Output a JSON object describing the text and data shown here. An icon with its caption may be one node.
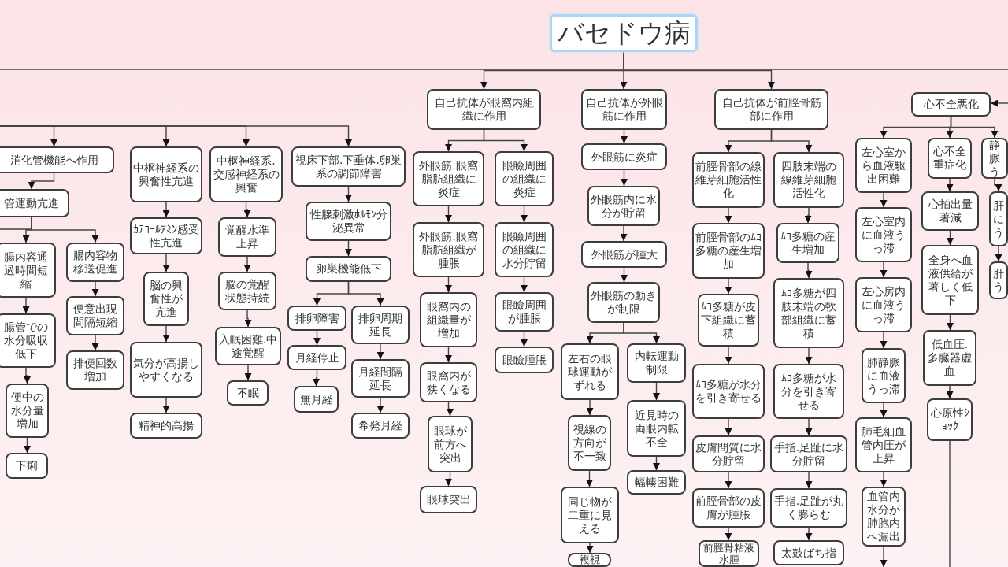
{
  "diagram": {
    "nodes": [
      {
        "text": [
          "バセドウ病"
        ]
      },
      {
        "text": [
          "自己抗体が眼窩内組織に作用"
        ]
      },
      {
        "text": [
          "自己抗体が外眼筋に作用"
        ]
      },
      {
        "text": [
          "自己抗体が前脛骨筋部に作用"
        ]
      },
      {
        "text": [
          "心不全悪化"
        ]
      },
      {
        "text": [
          "消化管機能へ作用"
        ]
      },
      {
        "text": [
          "管運動亢進"
        ]
      },
      {
        "text": [
          "腸内容通過時間短縮"
        ]
      },
      {
        "text": [
          "腸管での水分吸収低下"
        ]
      },
      {
        "text": [
          "便中の水分量増加"
        ]
      },
      {
        "text": [
          "下痢"
        ]
      },
      {
        "text": [
          "腸内容物移送促進"
        ]
      },
      {
        "text": [
          "便意出現間隔短縮"
        ]
      },
      {
        "text": [
          "排便回数増加"
        ]
      },
      {
        "text": [
          "中枢神経系の興奮性亢進"
        ]
      },
      {
        "text": [
          "ｶﾃｺｰﾙｱﾐﾝ感受性亢進"
        ]
      },
      {
        "text": [
          "脳の興奮性が亢進"
        ]
      },
      {
        "text": [
          "気分が高揚しやすくなる"
        ]
      },
      {
        "text": [
          "精神的高揚"
        ]
      },
      {
        "text": [
          "中枢神経系.交感神経系の興奮"
        ]
      },
      {
        "text": [
          "覚醒水準上昇"
        ]
      },
      {
        "text": [
          "脳の覚醒状態持続"
        ]
      },
      {
        "text": [
          "入眠困難.中途覚醒"
        ]
      },
      {
        "text": [
          "不眠"
        ]
      },
      {
        "text": [
          "視床下部.下垂体.卵巣系の調節障害"
        ]
      },
      {
        "text": [
          "性腺刺激ﾎﾙﾓﾝ分泌異常"
        ]
      },
      {
        "text": [
          "卵巣機能低下"
        ]
      },
      {
        "text": [
          "排卵障害"
        ]
      },
      {
        "text": [
          "月経停止"
        ]
      },
      {
        "text": [
          "無月経"
        ]
      },
      {
        "text": [
          "排卵周期延長"
        ]
      },
      {
        "text": [
          "月経間隔延長"
        ]
      },
      {
        "text": [
          "希発月経"
        ]
      },
      {
        "text": [
          "外眼筋.眼窩脂肪組織に炎症"
        ]
      },
      {
        "text": [
          "外眼筋.眼窩脂肪組織が腫脹"
        ]
      },
      {
        "text": [
          "眼窩内の組織量が増加"
        ]
      },
      {
        "text": [
          "眼窩内が狭くなる"
        ]
      },
      {
        "text": [
          "眼球が前方へ突出"
        ]
      },
      {
        "text": [
          "眼球突出"
        ]
      },
      {
        "text": [
          "眼瞼周囲の組織に炎症"
        ]
      },
      {
        "text": [
          "眼瞼周囲の組織に水分貯留"
        ]
      },
      {
        "text": [
          "眼瞼周囲が腫脹"
        ]
      },
      {
        "text": [
          "眼瞼腫脹"
        ]
      },
      {
        "text": [
          "外眼筋に炎症"
        ]
      },
      {
        "text": [
          "外眼筋内に水分が貯留"
        ]
      },
      {
        "text": [
          "外眼筋が腫大"
        ]
      },
      {
        "text": [
          "外眼筋の動きが制限"
        ]
      },
      {
        "text": [
          "左右の眼球運動がずれる"
        ]
      },
      {
        "text": [
          "視線の方向が不一致"
        ]
      },
      {
        "text": [
          "同じ物が二重に見える"
        ]
      },
      {
        "text": [
          "複視"
        ]
      },
      {
        "text": [
          "内転運動制限"
        ]
      },
      {
        "text": [
          "近見時の両眼内転不全"
        ]
      },
      {
        "text": [
          "輻輳困難"
        ]
      },
      {
        "text": [
          "前脛骨部の線維芽細胞活性化"
        ]
      },
      {
        "text": [
          "前脛骨部のﾑｺ多糖の産生増加"
        ]
      },
      {
        "text": [
          "ﾑｺ多糖が皮下組織に蓄積"
        ]
      },
      {
        "text": [
          "ﾑｺ多糖が水分を引き寄せる"
        ]
      },
      {
        "text": [
          "皮膚間質に水分貯留"
        ]
      },
      {
        "text": [
          "前脛骨部の皮膚が腫脹"
        ]
      },
      {
        "text": [
          "前脛骨粘液水腫"
        ]
      },
      {
        "text": [
          "四肢末端の線維芽細胞活性化"
        ]
      },
      {
        "text": [
          "ﾑｺ多糖の産生増加"
        ]
      },
      {
        "text": [
          "ﾑｺ多糖が四肢末端の軟部組織に蓄積"
        ]
      },
      {
        "text": [
          "ﾑｺ多糖が水分を引き寄せる"
        ]
      },
      {
        "text": [
          "手指.足趾に水分貯留"
        ]
      },
      {
        "text": [
          "手指.足趾が丸く膨らむ"
        ]
      },
      {
        "text": [
          "太鼓ばち指"
        ]
      },
      {
        "text": [
          "左心室から血液駆出困難"
        ]
      },
      {
        "text": [
          "左心室内に血液うっ滞"
        ]
      },
      {
        "text": [
          "左心房内に血液うっ滞"
        ]
      },
      {
        "text": [
          "肺静脈に血液うっ滞"
        ]
      },
      {
        "text": [
          "肺毛細血管内圧が上昇"
        ]
      },
      {
        "text": [
          "血管内水分が肺胞内へ漏出"
        ]
      },
      {
        "text": [
          "心不全重症化"
        ]
      },
      {
        "text": [
          "心拍出量著減"
        ]
      },
      {
        "text": [
          "全身へ血液供給が著しく低下"
        ]
      },
      {
        "text": [
          "低血圧.多臓器虚血"
        ]
      },
      {
        "text": [
          "心原性ｼｮｯｸ"
        ]
      },
      {
        "text": [
          "静脈う"
        ]
      },
      {
        "text": [
          "肝にう"
        ]
      },
      {
        "text": [
          "肝う"
        ]
      }
    ],
    "edges": [
      {
        "from": 0,
        "to": 1,
        "arrow": "to"
      },
      {
        "from": 0,
        "to": 2,
        "arrow": "to"
      },
      {
        "from": 0,
        "to": 3,
        "arrow": "to"
      },
      {
        "from": 5,
        "to": 6,
        "arrow": "to"
      },
      {
        "from": 6,
        "to": 7,
        "arrow": "to"
      },
      {
        "from": 6,
        "to": 11,
        "arrow": "to"
      },
      {
        "from": 7,
        "to": 8,
        "arrow": "to"
      },
      {
        "from": 8,
        "to": 9,
        "arrow": "to"
      },
      {
        "from": 9,
        "to": 10,
        "arrow": "to"
      },
      {
        "from": 11,
        "to": 12,
        "arrow": "to"
      },
      {
        "from": 12,
        "to": 13,
        "arrow": "to"
      },
      {
        "from": 14,
        "to": 15,
        "arrow": "to"
      },
      {
        "from": 15,
        "to": 16,
        "arrow": "to"
      },
      {
        "from": 16,
        "to": 17,
        "arrow": "to"
      },
      {
        "from": 17,
        "to": 18,
        "arrow": "to"
      },
      {
        "from": 19,
        "to": 20,
        "arrow": "to"
      },
      {
        "from": 20,
        "to": 21,
        "arrow": "to"
      },
      {
        "from": 21,
        "to": 22,
        "arrow": "to"
      },
      {
        "from": 22,
        "to": 23,
        "arrow": "to"
      },
      {
        "from": 24,
        "to": 25,
        "arrow": "to"
      },
      {
        "from": 25,
        "to": 26,
        "arrow": "to"
      },
      {
        "from": 26,
        "to": 27,
        "arrow": "to"
      },
      {
        "from": 26,
        "to": 30,
        "arrow": "to"
      },
      {
        "from": 27,
        "to": 28,
        "arrow": "to"
      },
      {
        "from": 28,
        "to": 29,
        "arrow": "to"
      },
      {
        "from": 30,
        "to": 31,
        "arrow": "to"
      },
      {
        "from": 31,
        "to": 32,
        "arrow": "to"
      },
      {
        "from": 1,
        "to": 33,
        "arrow": "to"
      },
      {
        "from": 1,
        "to": 39,
        "arrow": "to"
      },
      {
        "from": 33,
        "to": 34,
        "arrow": "to"
      },
      {
        "from": 34,
        "to": 35,
        "arrow": "to"
      },
      {
        "from": 35,
        "to": 36,
        "arrow": "to"
      },
      {
        "from": 36,
        "to": 37,
        "arrow": "to"
      },
      {
        "from": 37,
        "to": 38,
        "arrow": "to"
      },
      {
        "from": 39,
        "to": 40,
        "arrow": "to"
      },
      {
        "from": 40,
        "to": 41,
        "arrow": "to"
      },
      {
        "from": 41,
        "to": 42,
        "arrow": "to"
      },
      {
        "from": 2,
        "to": 43,
        "arrow": "to"
      },
      {
        "from": 43,
        "to": 44,
        "arrow": "to"
      },
      {
        "from": 44,
        "to": 45,
        "arrow": "to"
      },
      {
        "from": 45,
        "to": 46,
        "arrow": "to"
      },
      {
        "from": 46,
        "to": 47,
        "arrow": "to"
      },
      {
        "from": 46,
        "to": 51,
        "arrow": "to"
      },
      {
        "from": 47,
        "to": 48,
        "arrow": "to"
      },
      {
        "from": 48,
        "to": 49,
        "arrow": "to"
      },
      {
        "from": 49,
        "to": 50,
        "arrow": "to"
      },
      {
        "from": 51,
        "to": 52,
        "arrow": "to"
      },
      {
        "from": 52,
        "to": 53,
        "arrow": "to"
      },
      {
        "from": 3,
        "to": 54,
        "arrow": "to"
      },
      {
        "from": 3,
        "to": 61,
        "arrow": "to"
      },
      {
        "from": 54,
        "to": 55,
        "arrow": "to"
      },
      {
        "from": 55,
        "to": 56,
        "arrow": "to"
      },
      {
        "from": 56,
        "to": 57,
        "arrow": "to"
      },
      {
        "from": 57,
        "to": 58,
        "arrow": "to"
      },
      {
        "from": 58,
        "to": 59,
        "arrow": "to"
      },
      {
        "from": 59,
        "to": 60,
        "arrow": "to"
      },
      {
        "from": 61,
        "to": 62,
        "arrow": "to"
      },
      {
        "from": 62,
        "to": 63,
        "arrow": "to"
      },
      {
        "from": 63,
        "to": 64,
        "arrow": "to"
      },
      {
        "from": 64,
        "to": 65,
        "arrow": "to"
      },
      {
        "from": 65,
        "to": 66,
        "arrow": "to"
      },
      {
        "from": 66,
        "to": 67,
        "arrow": "to"
      },
      {
        "from": 4,
        "to": 68,
        "arrow": "to"
      },
      {
        "from": 4,
        "to": 74,
        "arrow": "to"
      },
      {
        "from": 4,
        "to": 79,
        "arrow": "to"
      },
      {
        "from": 68,
        "to": 69,
        "arrow": "to"
      },
      {
        "from": 69,
        "to": 70,
        "arrow": "to"
      },
      {
        "from": 70,
        "to": 71,
        "arrow": "to"
      },
      {
        "from": 71,
        "to": 72,
        "arrow": "to"
      },
      {
        "from": 72,
        "to": 73,
        "arrow": "to"
      },
      {
        "from": 74,
        "to": 75,
        "arrow": "to"
      },
      {
        "from": 75,
        "to": 76,
        "arrow": "to"
      },
      {
        "from": 76,
        "to": 77,
        "arrow": "to"
      },
      {
        "from": 77,
        "to": 78,
        "arrow": "to"
      },
      {
        "from": 79,
        "to": 80,
        "arrow": "to"
      },
      {
        "from": 80,
        "to": 81,
        "arrow": "to"
      },
      {
        "from": 0,
        "to": null,
        "arrow": "none"
      },
      {
        "from": 0,
        "to": null,
        "arrow": "none"
      },
      {
        "from": null,
        "to": 4,
        "arrow": "to"
      },
      {
        "from": null,
        "to": 5,
        "arrow": "to"
      },
      {
        "from": null,
        "to": 14,
        "arrow": "to"
      },
      {
        "from": null,
        "to": 19,
        "arrow": "to"
      },
      {
        "from": null,
        "to": 24,
        "arrow": "to"
      },
      {
        "from": 73,
        "to": null,
        "arrow": "to"
      },
      {
        "from": 78,
        "to": null,
        "arrow": "none"
      },
      {
        "from": 6,
        "to": null,
        "arrow": "none"
      }
    ]
  }
}
